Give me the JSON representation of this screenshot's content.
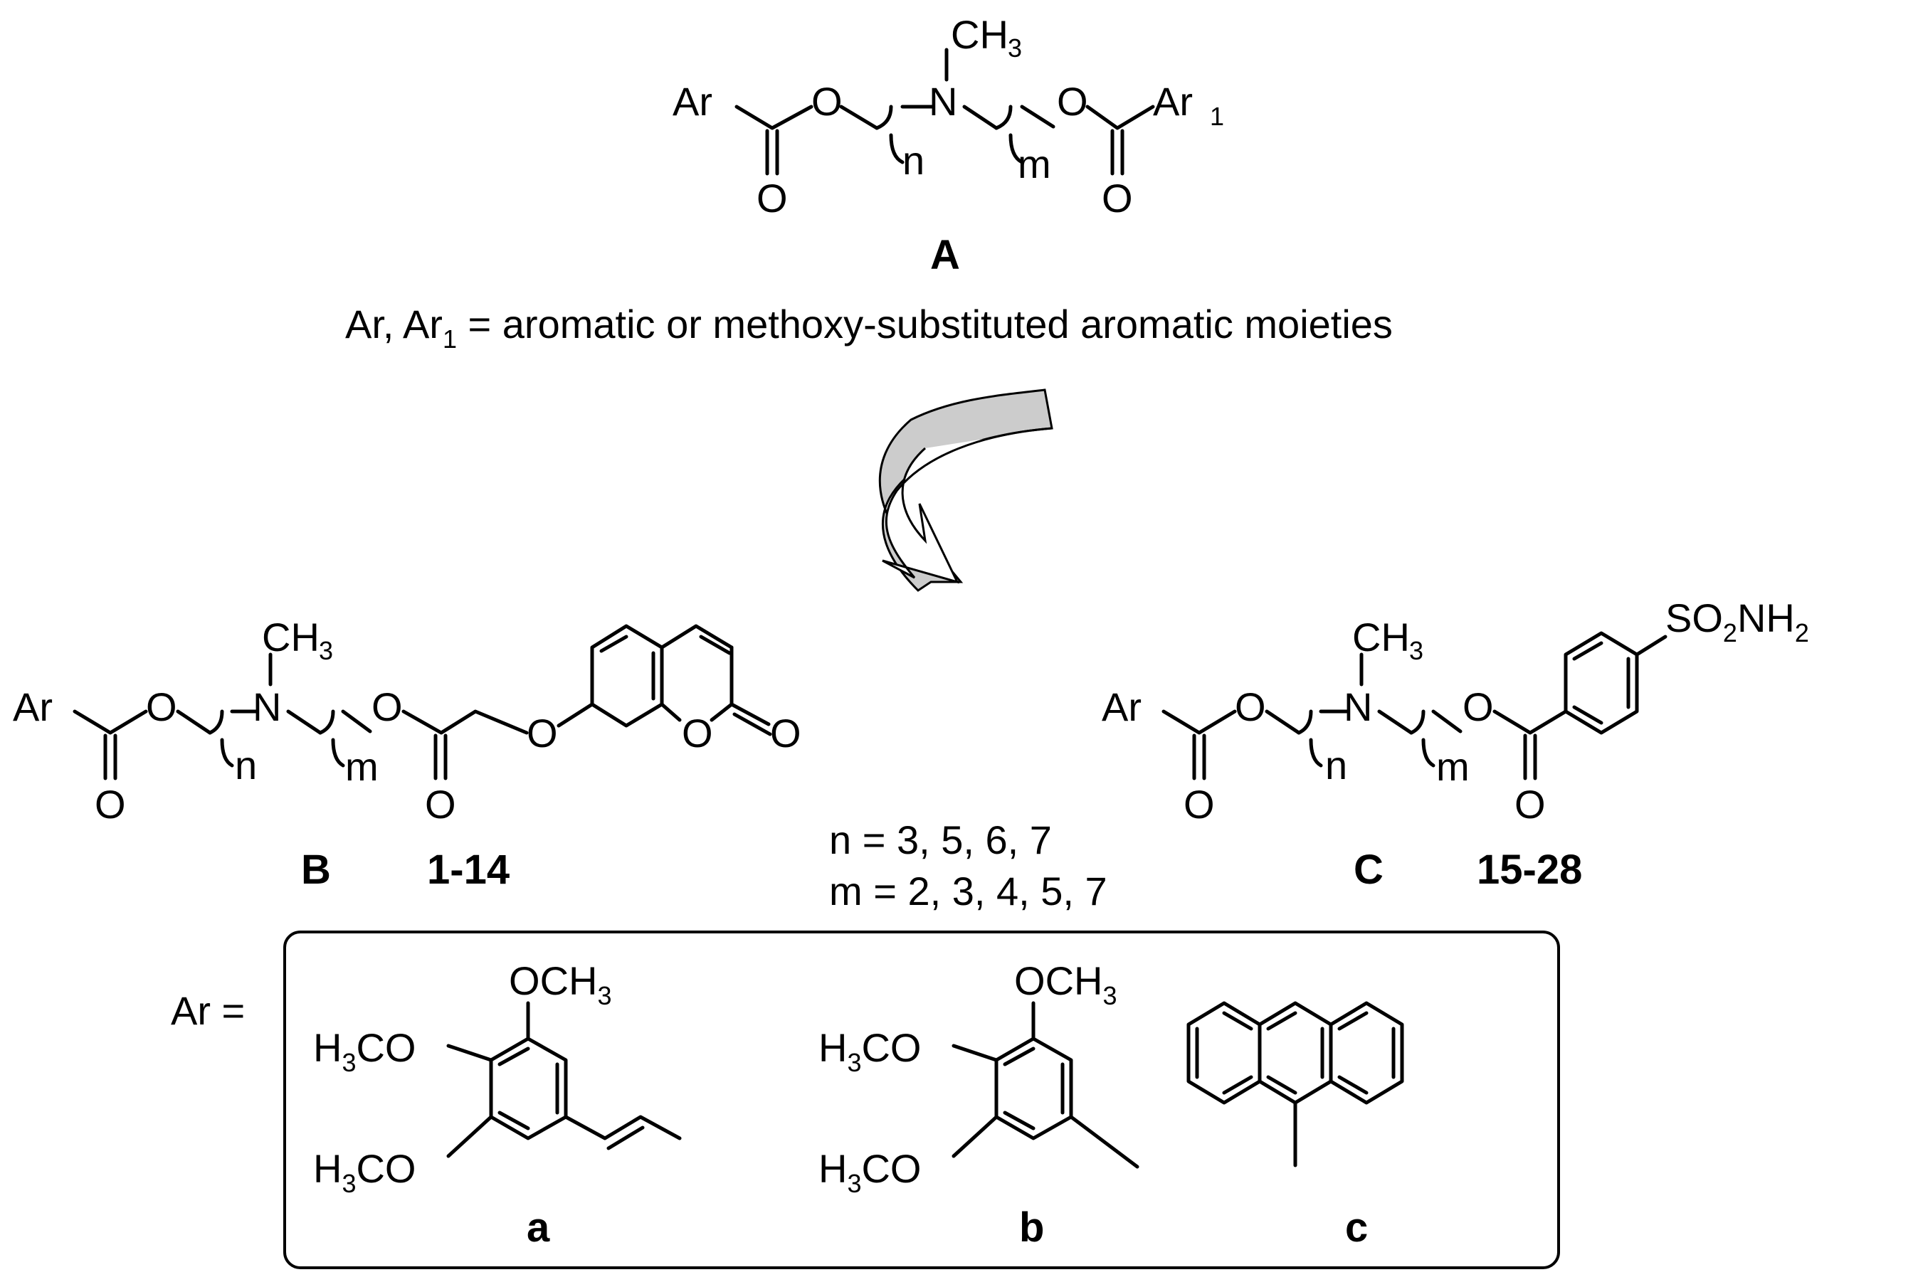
{
  "atoms": {
    "ar": "Ar",
    "ar1": "Ar",
    "one": "1",
    "o": "O",
    "n_atom": "N",
    "ch": "CH",
    "three": "3",
    "two": "2",
    "h": "H",
    "co": "CO",
    "s": "SO",
    "nh": "NH",
    "idx_n": "n",
    "idx_m": "m"
  },
  "labels": {
    "A": "A",
    "B": "B",
    "C": "C",
    "range_B": "1-14",
    "range_C": "15-28",
    "a": "a",
    "b": "b",
    "c": "c"
  },
  "definition": {
    "prefix": "Ar, Ar",
    "sub": "1",
    "rest": " = aromatic or methoxy-substituted aromatic moieties"
  },
  "conditions": {
    "n_values": "n = 3, 5, 6, 7",
    "m_values": "m = 2, 3, 4, 5, 7"
  },
  "ar_box_label": "Ar ="
}
